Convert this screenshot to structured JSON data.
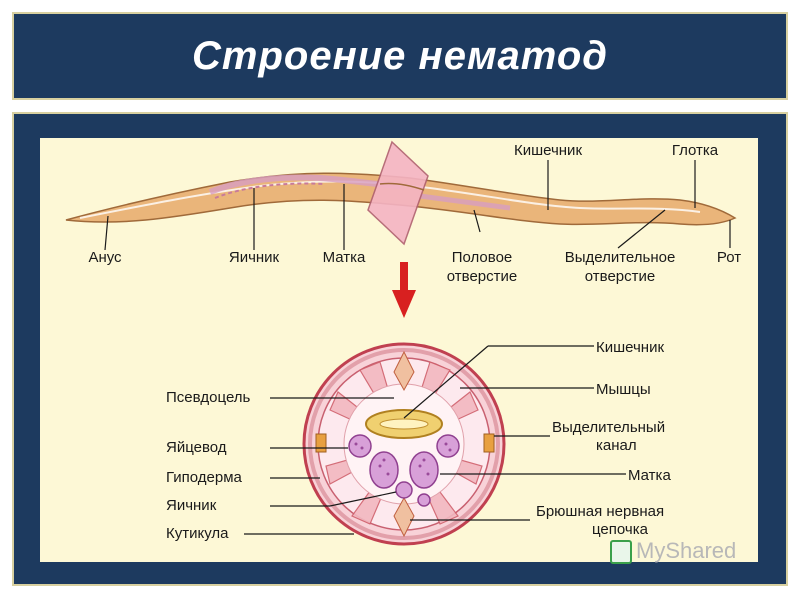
{
  "title": "Строение нематод",
  "worm_labels": {
    "intestine": "Кишечник",
    "pharynx": "Глотка",
    "anus": "Анус",
    "ovary": "Яичник",
    "uterus": "Матка",
    "genital_1": "Половое",
    "genital_2": "отверстие",
    "excretory_1": "Выделительное",
    "excretory_2": "отверстие",
    "mouth": "Рот"
  },
  "section_labels": {
    "intestine": "Кишечник",
    "muscles": "Мышцы",
    "excretory_canal_1": "Выделительный",
    "excretory_canal_2": "канал",
    "uterus": "Матка",
    "nerve_1": "Брюшная нервная",
    "nerve_2": "цепочка",
    "pseudocoel": "Псевдоцель",
    "oviduct": "Яйцевод",
    "hypodermis": "Гиподерма",
    "ovary": "Яичник",
    "cuticle": "Кутикула"
  },
  "watermark": "MyShared",
  "colors": {
    "title_bg": "#1d3a5f",
    "panel_bg": "#fdf8d6",
    "worm_body": "#e8b47a",
    "arrow": "#d82020"
  }
}
